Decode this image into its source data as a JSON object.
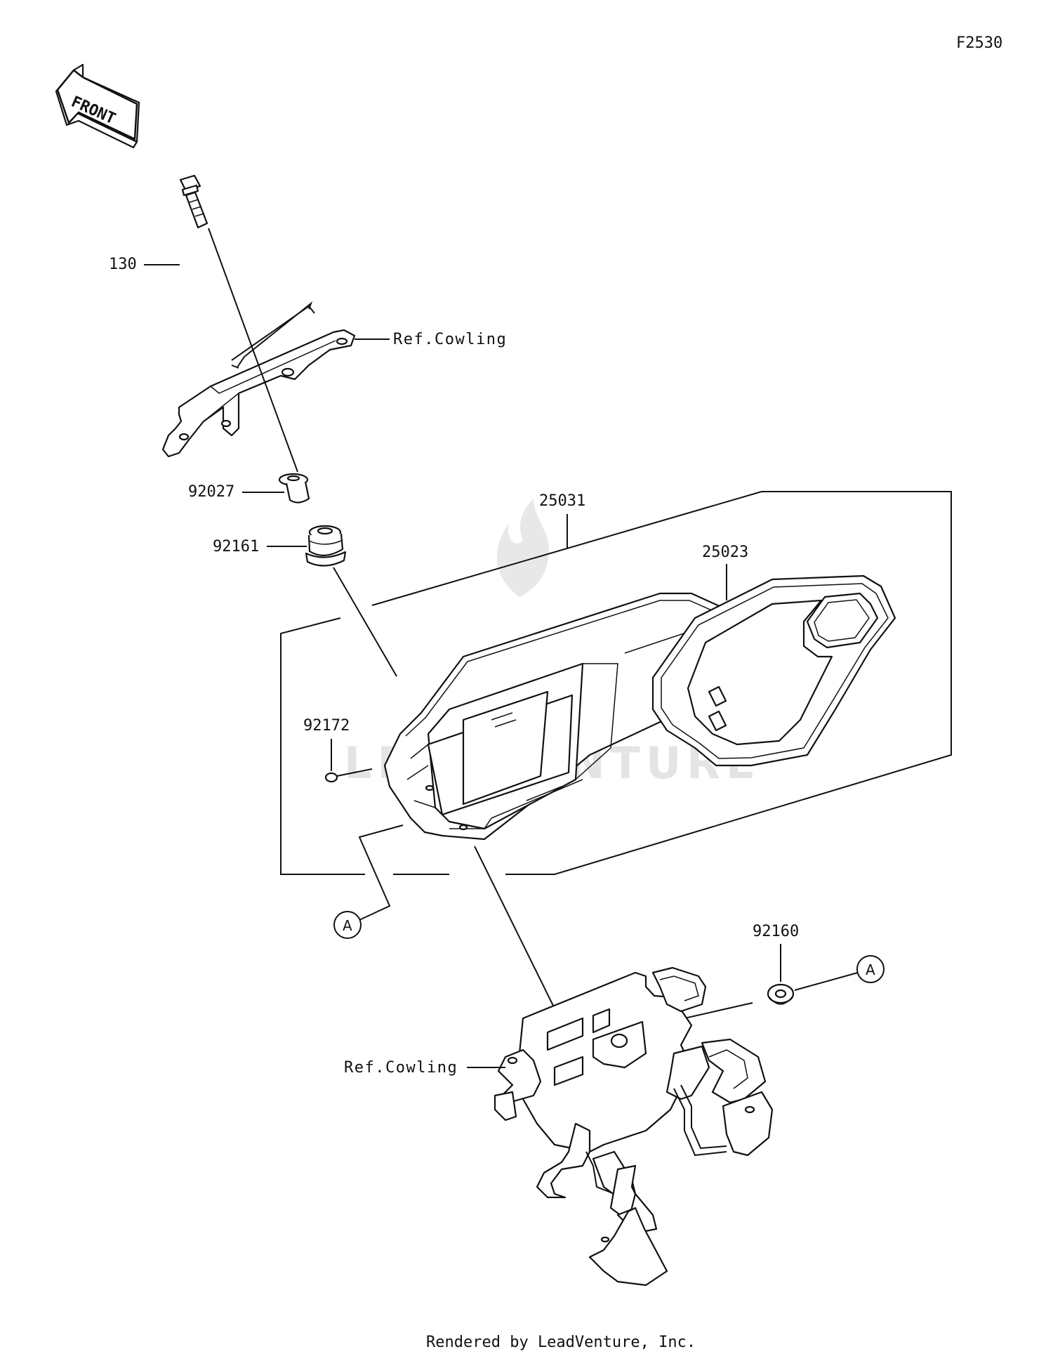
{
  "figure_code": "F2530",
  "front_arrow": {
    "text": "FRONT"
  },
  "watermark": {
    "text": "LEADVENTURE"
  },
  "footer": "Rendered by LeadVenture, Inc.",
  "ref_labels": {
    "upper": "Ref.Cowling",
    "lower": "Ref.Cowling"
  },
  "parts": {
    "p130": "130",
    "p92027": "92027",
    "p92161": "92161",
    "p25031": "25031",
    "p25023": "25023",
    "p92172": "92172",
    "p92160": "92160"
  },
  "callouts": {
    "left": "A",
    "right": "A"
  },
  "colors": {
    "line": "#111111",
    "background": "#ffffff",
    "watermark": "#e4e4e4"
  }
}
